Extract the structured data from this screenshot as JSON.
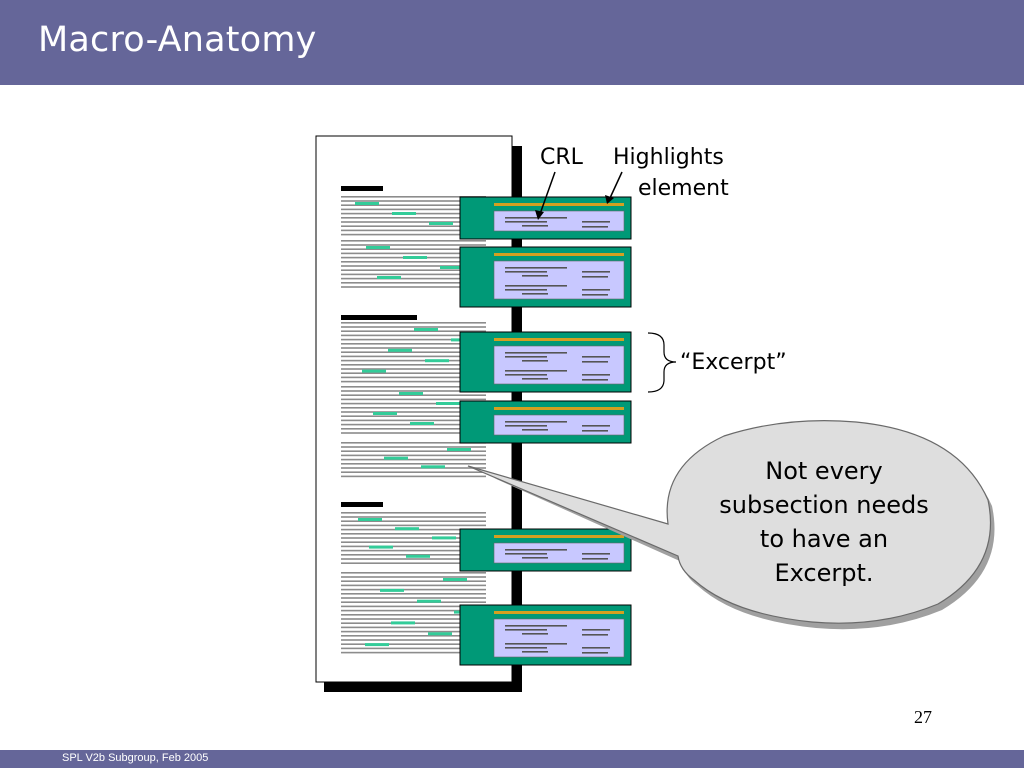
{
  "slide": {
    "title": "Macro-Anatomy",
    "page_number": "27",
    "footer": "SPL V2b Subgroup, Feb 2005"
  },
  "labels": {
    "crl": "CRL",
    "highlights_line1": "Highlights",
    "highlights_line2": "element",
    "excerpt": "“Excerpt”"
  },
  "callout": {
    "text": "Not every subsection needs to have an Excerpt."
  },
  "colors": {
    "header_bar": "#656699",
    "footer_bar": "#656699",
    "excerpt_box": "#009977",
    "excerpt_inner": "#c8c8ff",
    "highlight_line": "#d4a020",
    "text_marks": "#33cc99",
    "callout_fill": "#dedede"
  }
}
